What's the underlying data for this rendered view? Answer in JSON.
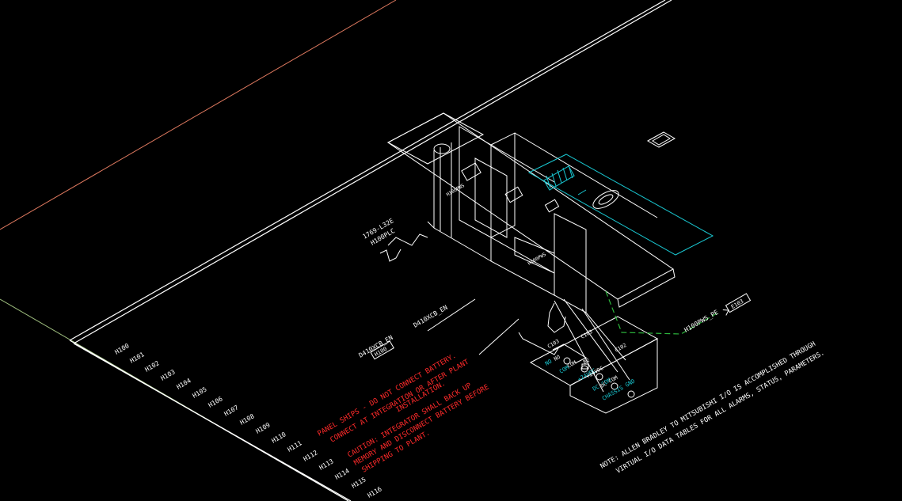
{
  "drawing": {
    "row_labels": [
      "H100",
      "H101",
      "H102",
      "H103",
      "H104",
      "H105",
      "H106",
      "H107",
      "H108",
      "H109",
      "H110",
      "H111",
      "H112",
      "H113",
      "H114",
      "H115",
      "H116"
    ],
    "plc_label_line1": "1769-L32E",
    "plc_label_line2": "H100PLC",
    "enable_label_1": "D410XCB_EN",
    "enable_label_2": "D410XCB_EN",
    "tag_box_label": "H100",
    "red_note_lines": [
      "PANEL SHIPS - DO NOT CONNECT BATTERY.",
      "CONNECT AT INTEGRATION OR AFTER PLANT",
      "INSTALLATION.",
      "CAUTION: INTEGRATOR SHALL BACK UP",
      "MEMORY AND DISCONNECT BATTERY BEFORE",
      "SHIPPING TO PLANT."
    ],
    "white_note_lines": [
      "NOTE: ALLEN BRADLEY TO MITSUBISHI I/O IS ACCOMPLISHED THROUGH",
      "VIRTUAL I/O DATA TABLES FOR ALL ALARMS, STATUS, PARAMETERS."
    ],
    "cable_label": "H100PWS_PE",
    "cable_ref": "E103",
    "module_labels": [
      "H100PWS",
      "H100PWS"
    ],
    "terminal_header_1": "C103",
    "terminal_header_2": "C103",
    "terminal_header_3": "C102",
    "cyan_terminal_labels": [
      "NO",
      "COM",
      "+24VDC",
      "DC COM",
      "CHASSIS GND"
    ],
    "white_terminal_labels": [
      "NO",
      "COM",
      "B2",
      "+24VDC",
      "DC COM"
    ],
    "colors": {
      "background": "#000000",
      "linework": "#ffffff",
      "warning_text": "#ff2a2a",
      "cyan_layer": "#19c8d2",
      "green_cable": "#2db83d",
      "salmon_border": "#e07a60",
      "olive_border": "#9fbf7f"
    }
  }
}
